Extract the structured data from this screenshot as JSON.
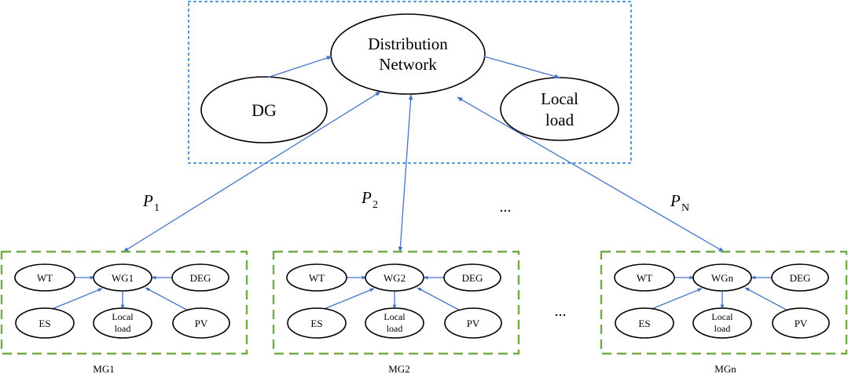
{
  "network": {
    "distribution_line1": "Distribution",
    "distribution_line2": "Network",
    "dg": "DG",
    "local_load_line1": "Local",
    "local_load_line2": "load"
  },
  "flows": {
    "p1_sym": "P",
    "p1_sub": "1",
    "p2_sym": "P",
    "p2_sub": "2",
    "pn_sym": "P",
    "pn_sub": "N",
    "ellipsis_top": "...",
    "ellipsis_mid": "..."
  },
  "microgrids": [
    {
      "label": "MG1",
      "wt": "WT",
      "wg": "WG1",
      "deg": "DEG",
      "es": "ES",
      "load1": "Local",
      "load2": "load",
      "pv": "PV"
    },
    {
      "label": "MG2",
      "wt": "WT",
      "wg": "WG2",
      "deg": "DEG",
      "es": "ES",
      "load1": "Local",
      "load2": "load",
      "pv": "PV"
    },
    {
      "label": "MGn",
      "wt": "WT",
      "wg": "WGn",
      "deg": "DEG",
      "es": "ES",
      "load1": "Local",
      "load2": "load",
      "pv": "PV"
    }
  ],
  "colors": {
    "edge": "#4472c4",
    "network_box": "#5b9bd5",
    "microgrid_box": "#70ad47"
  }
}
